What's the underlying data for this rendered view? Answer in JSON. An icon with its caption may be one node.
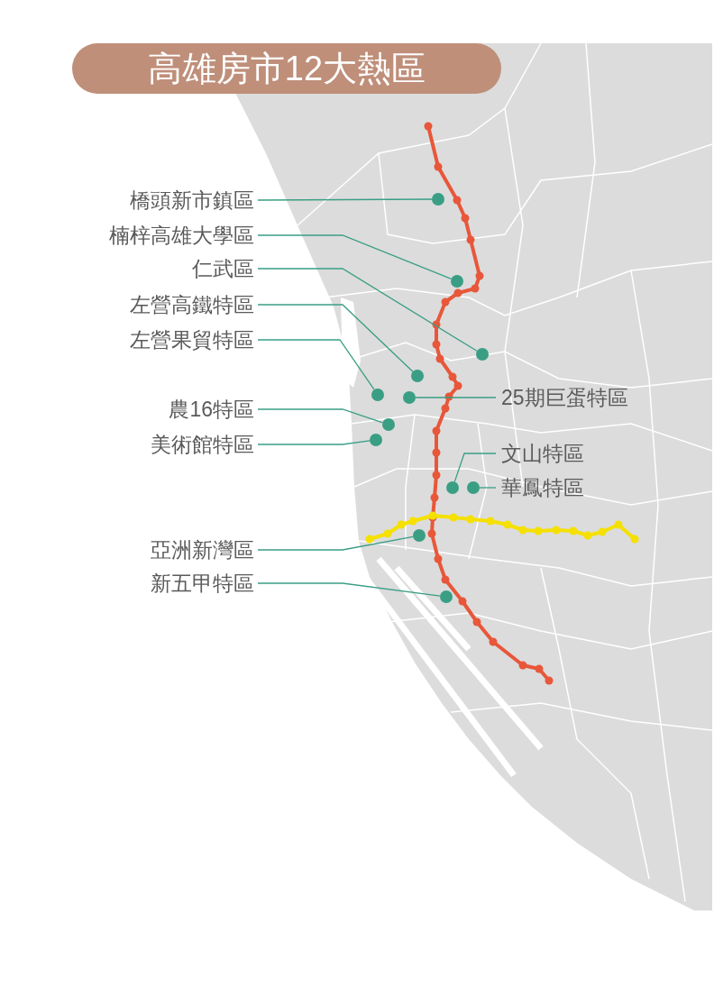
{
  "diagram": {
    "title": "高雄房市12大熱區",
    "nodes": [
      {
        "text": [
          "橋頭新市鎮區"
        ]
      },
      {
        "text": [
          "楠梓高雄大學區"
        ]
      },
      {
        "text": [
          "仁武區"
        ]
      },
      {
        "text": [
          "左營高鐵特區"
        ]
      },
      {
        "text": [
          "左營果貿特區"
        ]
      },
      {
        "text": [
          "25期巨蛋特區"
        ]
      },
      {
        "text": [
          "農16特區"
        ]
      },
      {
        "text": [
          "美術館特區"
        ]
      },
      {
        "text": [
          "文山特區"
        ]
      },
      {
        "text": [
          "華鳳特區"
        ]
      },
      {
        "text": [
          "亞洲新灣區"
        ]
      },
      {
        "text": [
          "新五甲特區"
        ]
      },
      {
        "text": [],
        "shape": "circle"
      },
      {
        "text": [],
        "shape": "circle"
      },
      {
        "text": [],
        "shape": "circle"
      },
      {
        "text": [],
        "shape": "circle"
      },
      {
        "text": [],
        "shape": "circle"
      },
      {
        "text": [],
        "shape": "circle"
      },
      {
        "text": [],
        "shape": "circle"
      },
      {
        "text": [],
        "shape": "circle"
      },
      {
        "text": [],
        "shape": "circle"
      },
      {
        "text": [],
        "shape": "circle"
      },
      {
        "text": [],
        "shape": "circle"
      },
      {
        "text": [],
        "shape": "circle"
      }
    ],
    "edges": [
      {
        "from": 0,
        "to": 12,
        "arrow": "none"
      },
      {
        "from": 1,
        "to": 13,
        "arrow": "none"
      },
      {
        "from": 2,
        "to": 14,
        "arrow": "none"
      },
      {
        "from": 3,
        "to": 15,
        "arrow": "none"
      },
      {
        "from": 4,
        "to": 16,
        "arrow": "none"
      },
      {
        "from": 5,
        "to": 17,
        "arrow": "none"
      },
      {
        "from": 6,
        "to": 18,
        "arrow": "none"
      },
      {
        "from": 7,
        "to": 19,
        "arrow": "none"
      },
      {
        "from": 8,
        "to": 20,
        "arrow": "none"
      },
      {
        "from": 9,
        "to": 21,
        "arrow": "none"
      },
      {
        "from": 10,
        "to": 22,
        "arrow": "none"
      },
      {
        "from": 11,
        "to": 23,
        "arrow": "none"
      }
    ]
  }
}
